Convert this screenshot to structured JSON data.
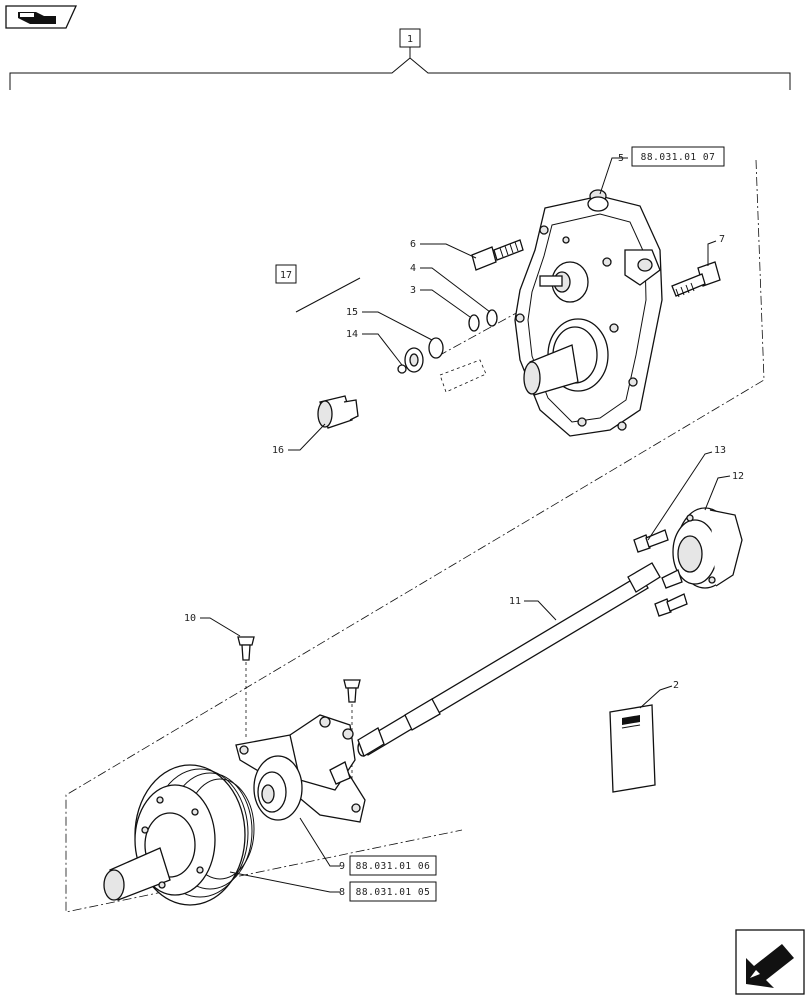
{
  "header": {
    "group_ref": "1"
  },
  "callouts": [
    {
      "num": "2"
    },
    {
      "num": "3"
    },
    {
      "num": "4"
    },
    {
      "num": "5",
      "ref": "88.031.01 07"
    },
    {
      "num": "6"
    },
    {
      "num": "7"
    },
    {
      "num": "8",
      "ref": "88.031.01 05"
    },
    {
      "num": "9",
      "ref": "88.031.01 06"
    },
    {
      "num": "10"
    },
    {
      "num": "11"
    },
    {
      "num": "12"
    },
    {
      "num": "13"
    },
    {
      "num": "14"
    },
    {
      "num": "15"
    },
    {
      "num": "16"
    },
    {
      "num": "17"
    }
  ],
  "icons": {
    "top_left": "book-hand-icon",
    "bottom_right": "next-page-arrow-icon"
  }
}
